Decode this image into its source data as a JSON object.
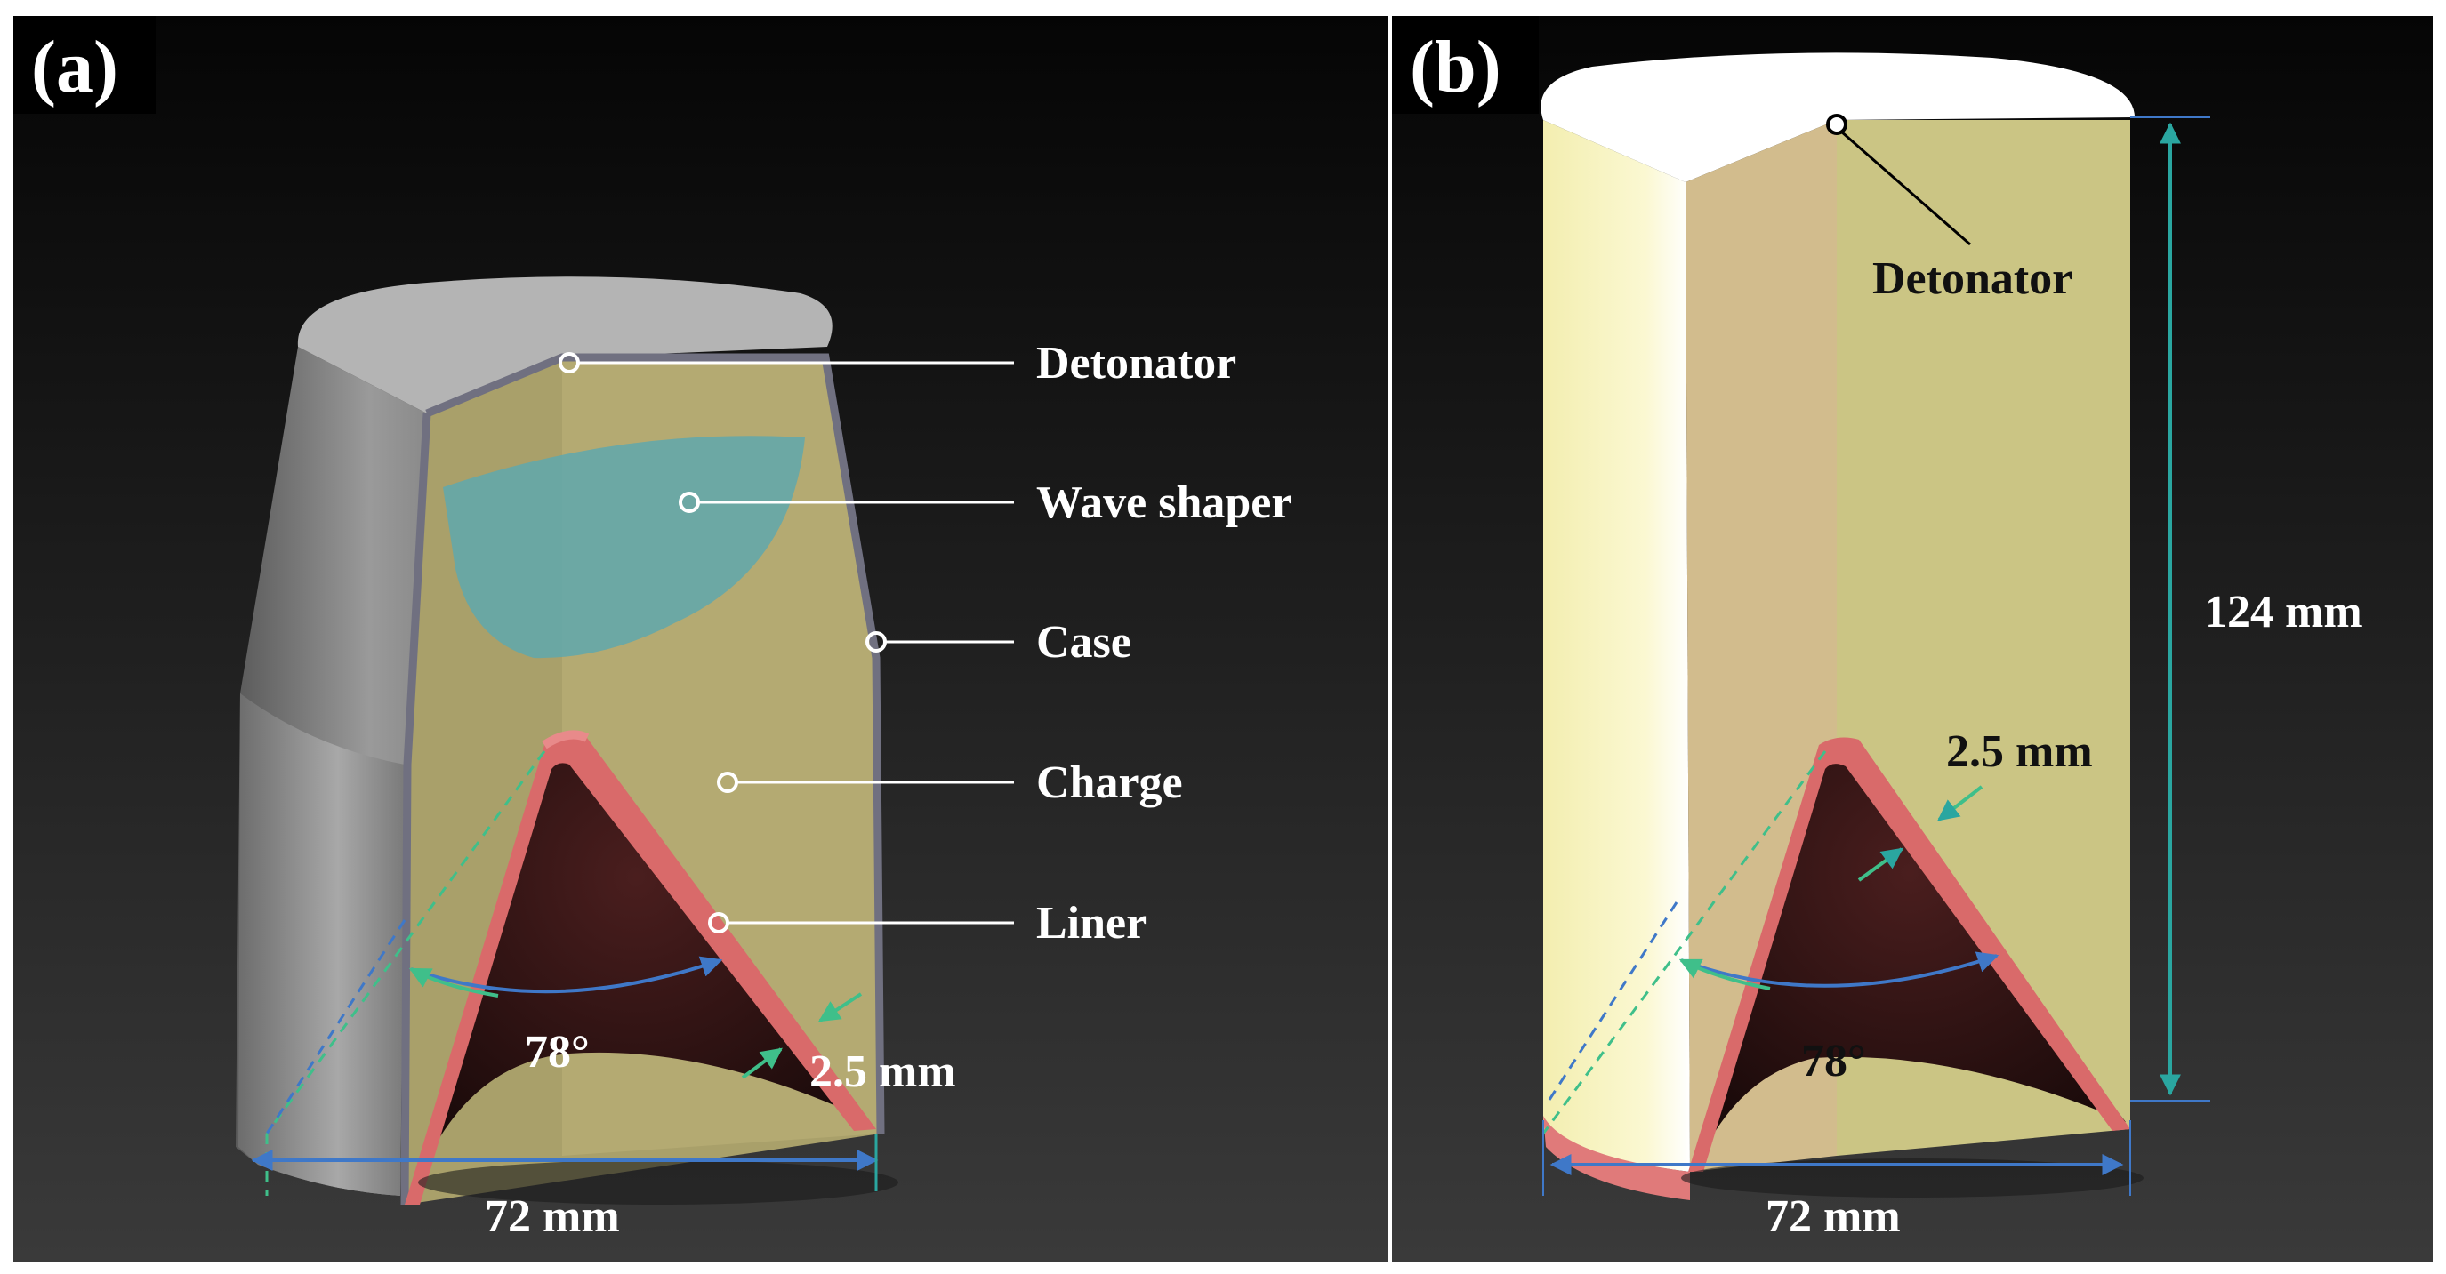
{
  "panels": {
    "a": {
      "label": "(a)",
      "callouts": {
        "detonator": "Detonator",
        "wave_shaper": "Wave shaper",
        "case": "Case",
        "charge": "Charge",
        "liner": "Liner"
      },
      "dimensions": {
        "angle": "78°",
        "thickness": "2.5 mm",
        "diameter": "72 mm"
      }
    },
    "b": {
      "label": "(b)",
      "callouts": {
        "detonator": "Detonator"
      },
      "dimensions": {
        "height": "124 mm",
        "thickness": "2.5 mm",
        "angle": "78°",
        "diameter": "72 mm"
      }
    }
  },
  "colors": {
    "case_gray": "#8a8a8a",
    "charge_yellow": "#c9c07e",
    "wave_shaper_cyan": "#5fa8ad",
    "liner_red": "#d96a6a",
    "cylinder_light": "#f4efb4",
    "dimension_cyan": "#2aa6a0",
    "dimension_blue": "#3f78c8",
    "dimension_green": "#3fbf8a"
  }
}
